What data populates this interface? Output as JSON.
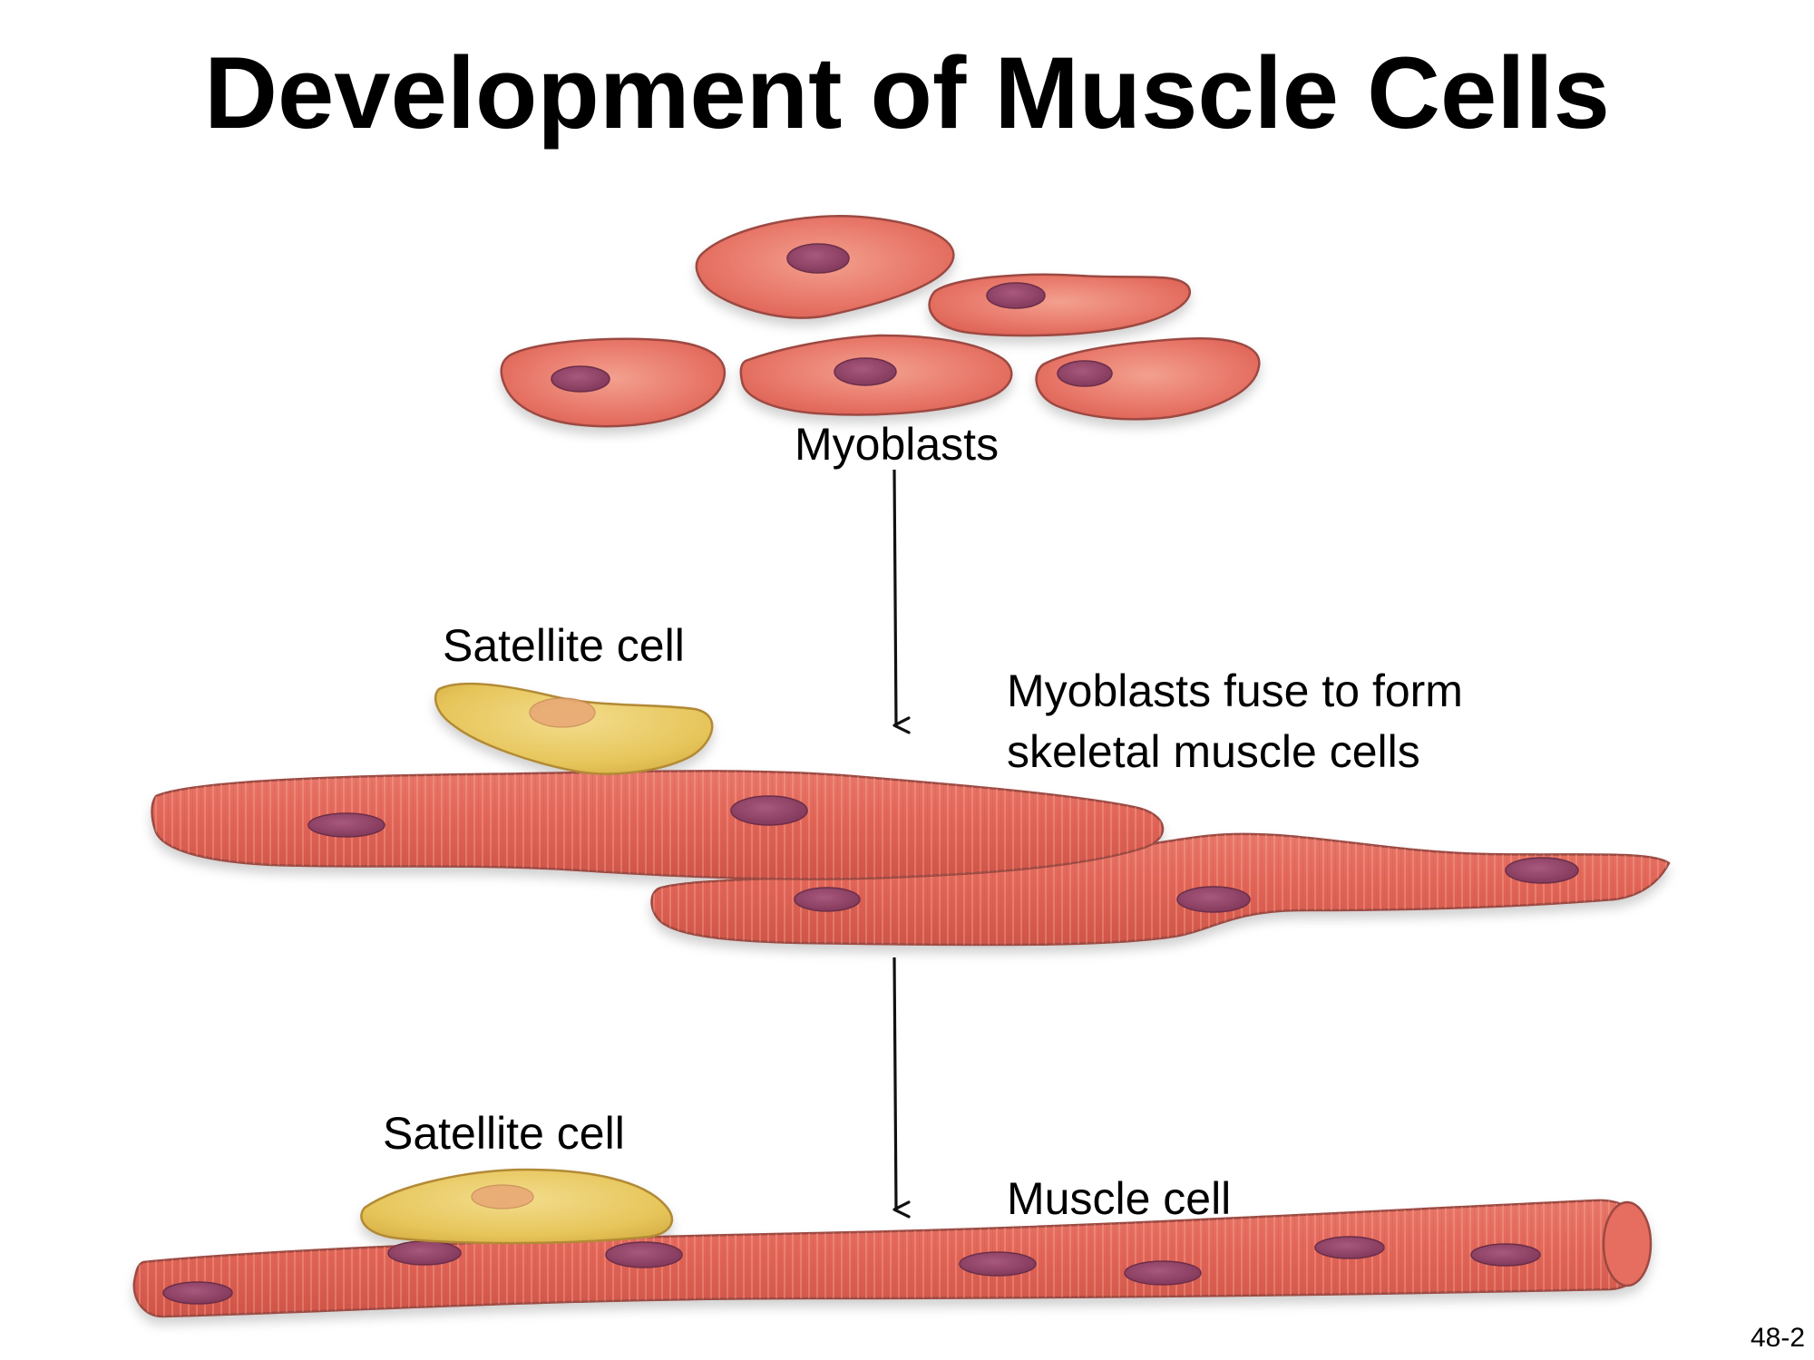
{
  "title": "Development of Muscle Cells",
  "labels": {
    "myoblasts": "Myoblasts",
    "satellite_cell_top": "Satellite cell",
    "fusion_line_1": "Myoblasts fuse to form",
    "fusion_line_2": "skeletal muscle cells",
    "satellite_cell_bottom": "Satellite cell",
    "muscle_cell": "Muscle cell"
  },
  "page_number": "48-2",
  "colors": {
    "cell_fill": "#e36a5c",
    "cell_fill_light": "#f0907f",
    "cell_outline": "#9c4a42",
    "nucleus_fill": "#8e3f63",
    "nucleus_outline": "#6c2d48",
    "satellite_fill": "#e6c55a",
    "satellite_outline": "#b28a36",
    "arrow": "#111111"
  }
}
